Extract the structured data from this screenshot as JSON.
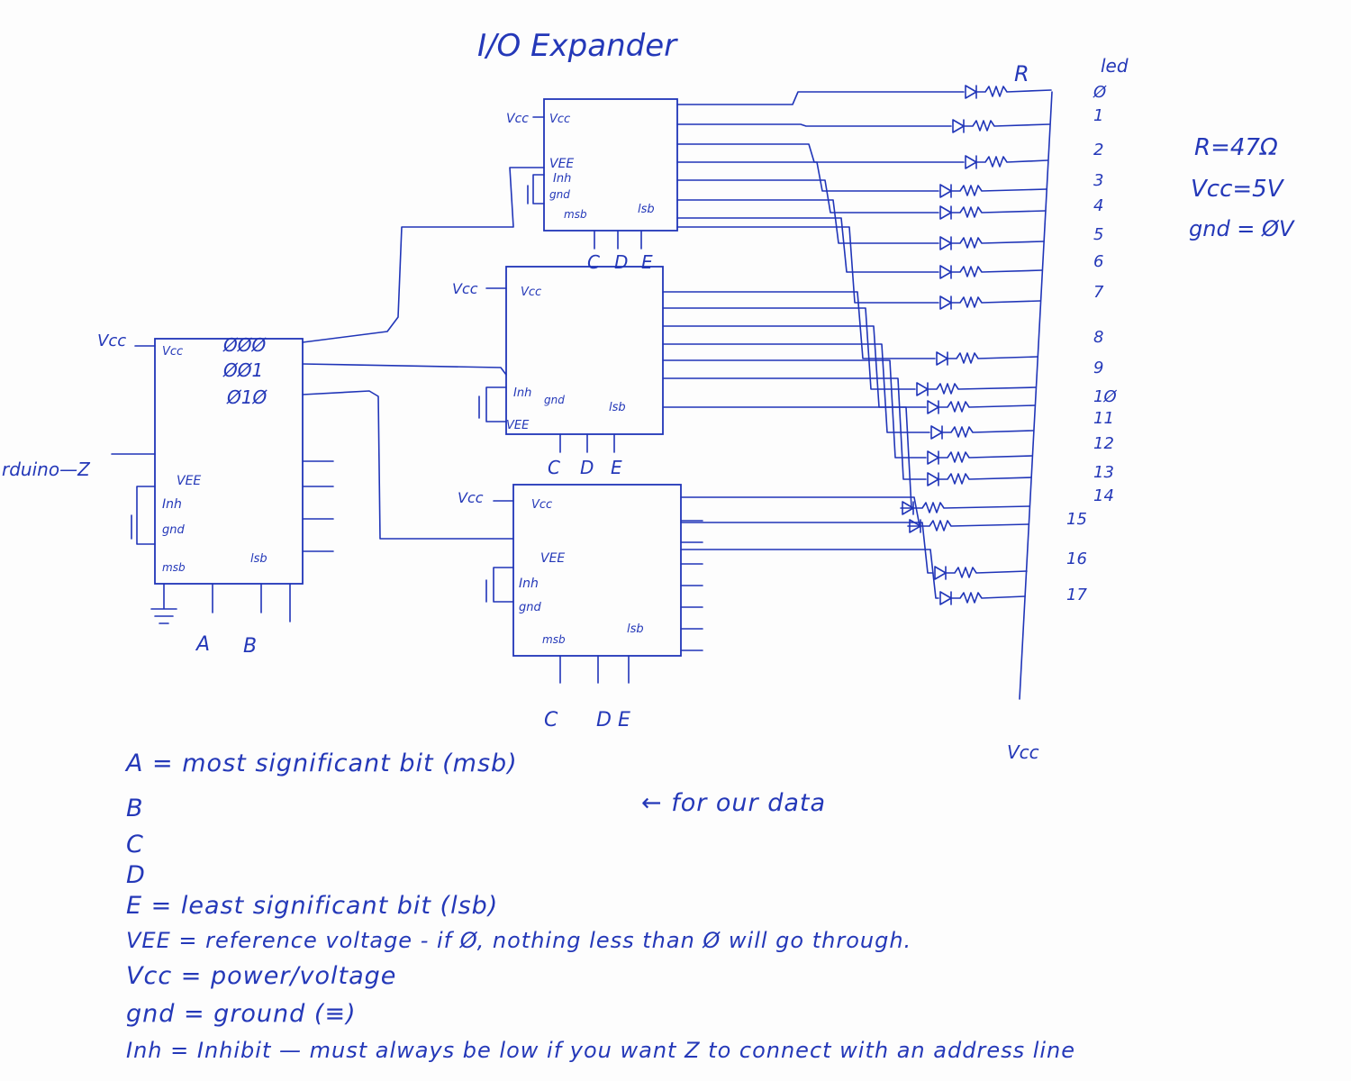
{
  "title": "I/O Expander",
  "main_chip": {
    "pins_left": [
      "Vcc",
      "VEE",
      "Inh",
      "gnd",
      "msb"
    ],
    "outer_vcc": "Vcc",
    "input_label": "rduino—Z",
    "binary_rows": [
      "ØØØ",
      "ØØ1",
      "Ø1Ø"
    ],
    "lsb_label": "lsb",
    "bottom_labels": [
      "A",
      "B"
    ]
  },
  "chip_top": {
    "outer_vcc": "Vcc",
    "pins_left": [
      "Vcc",
      "VEE",
      "Inh",
      "gnd",
      "msb"
    ],
    "lsb_label": "lsb",
    "bottom_labels": [
      "C",
      "D",
      "E"
    ]
  },
  "chip_mid": {
    "outer_vcc": "Vcc",
    "pins_left": [
      "Vcc",
      "Inh",
      "gnd",
      "VEE"
    ],
    "lsb_label": "lsb",
    "bottom_labels": [
      "C",
      "D",
      "E"
    ]
  },
  "chip_bot": {
    "outer_vcc": "Vcc",
    "pins_left": [
      "Vcc",
      "VEE",
      "Inh",
      "gnd",
      "msb"
    ],
    "lsb_label": "lsb",
    "bottom_labels": [
      "C",
      "D",
      "E"
    ]
  },
  "resistor_label": "R",
  "led_header": "led",
  "led_numbers": [
    "Ø",
    "1",
    "2",
    "3",
    "4",
    "5",
    "6",
    "7",
    "8",
    "9",
    "1Ø",
    "11",
    "12",
    "13",
    "14",
    "15",
    "16",
    "17"
  ],
  "bus_label": "Vcc",
  "specs": [
    "R=47Ω",
    "Vcc=5V",
    "gnd = ØV"
  ],
  "data_note": "← for our data",
  "legend": [
    "A = most significant bit (msb)",
    "B",
    "C",
    "D",
    "E = least significant bit (lsb)",
    "VEE = reference voltage - if Ø, nothing less than Ø will go through.",
    "Vcc = power/voltage",
    "gnd = ground (≡)",
    "Inh = Inhibit — must always be low if you want Z to connect with an address line"
  ]
}
